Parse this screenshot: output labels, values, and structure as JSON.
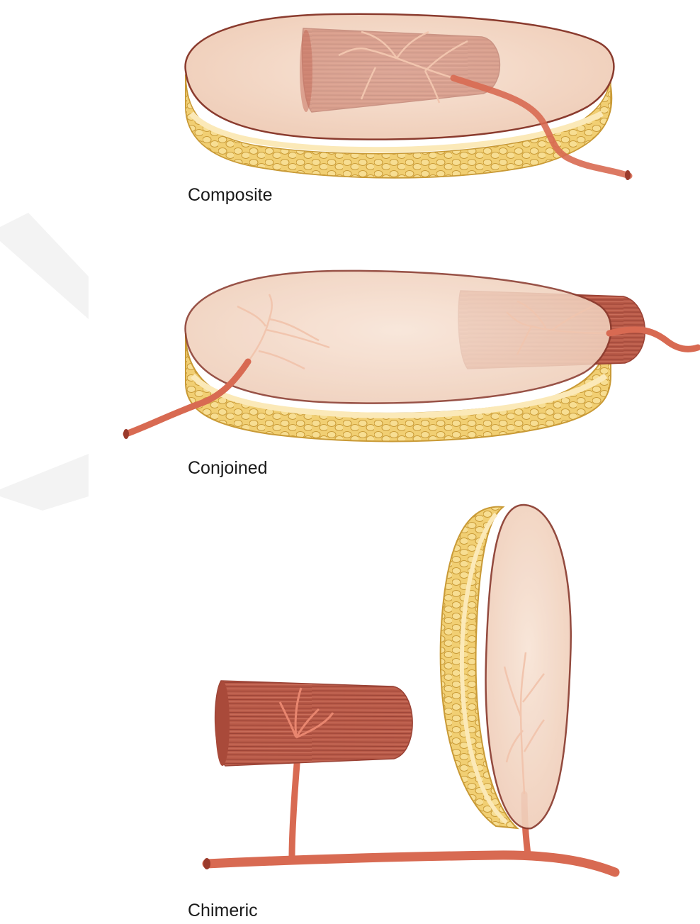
{
  "figure": {
    "panels": [
      {
        "id": "composite",
        "label": "Composite"
      },
      {
        "id": "conjoined",
        "label": "Conjoined"
      },
      {
        "id": "chimeric",
        "label": "Chimeric"
      }
    ],
    "colors": {
      "skin": "#f2d6c4",
      "skin_outline": "#8a3b2e",
      "fat": "#f0cc6c",
      "fat_outline": "#c99a36",
      "muscle": "#b85a48",
      "vessel": "#e0735a",
      "branch": "#f3c9b3",
      "watermark": "#f2f2f2"
    }
  }
}
